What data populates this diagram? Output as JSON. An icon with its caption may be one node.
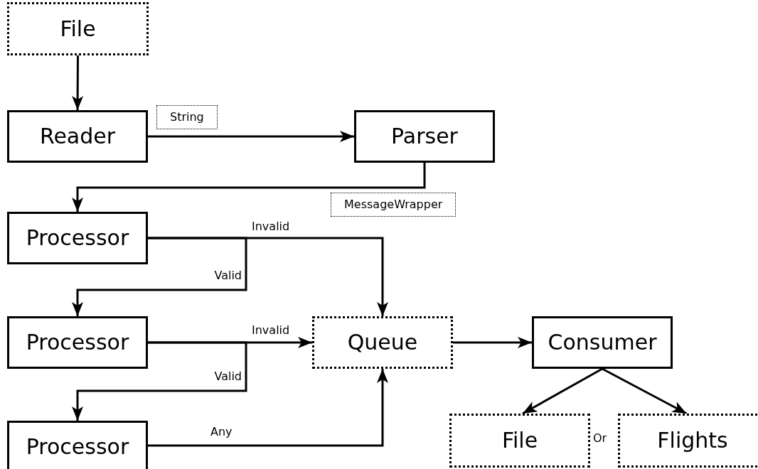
{
  "diagram": {
    "nodes": [
      {
        "text": [
          "File"
        ]
      },
      {
        "text": [
          "Reader"
        ]
      },
      {
        "text": [
          "Parser"
        ]
      },
      {
        "text": [
          "Processor"
        ]
      },
      {
        "text": [
          "Processor"
        ]
      },
      {
        "text": [
          "Queue"
        ]
      },
      {
        "text": [
          "Consumer"
        ]
      },
      {
        "text": [
          "Processor"
        ]
      },
      {
        "text": [
          "File"
        ]
      },
      {
        "text": [
          "Flights"
        ]
      }
    ],
    "edges": [
      {
        "from": 0,
        "to": 1,
        "arrow": "to"
      },
      {
        "from": 1,
        "to": 2,
        "arrow": "to",
        "label": "String"
      },
      {
        "from": 2,
        "to": 3,
        "arrow": "to",
        "label": "MessageWrapper"
      },
      {
        "from": 3,
        "to": 5,
        "arrow": "to",
        "label": "Invalid"
      },
      {
        "from": 3,
        "to": 4,
        "arrow": "to",
        "label": "Valid"
      },
      {
        "from": 4,
        "to": 5,
        "arrow": "to",
        "label": "Invalid"
      },
      {
        "from": 4,
        "to": 7,
        "arrow": "to",
        "label": "Valid"
      },
      {
        "from": 7,
        "to": 5,
        "arrow": "to",
        "label": "Any"
      },
      {
        "from": 5,
        "to": 6,
        "arrow": "to"
      },
      {
        "from": 6,
        "to": 8,
        "arrow": "to"
      },
      {
        "from": 6,
        "to": 9,
        "arrow": "to"
      }
    ],
    "labels": [
      "Or"
    ]
  }
}
